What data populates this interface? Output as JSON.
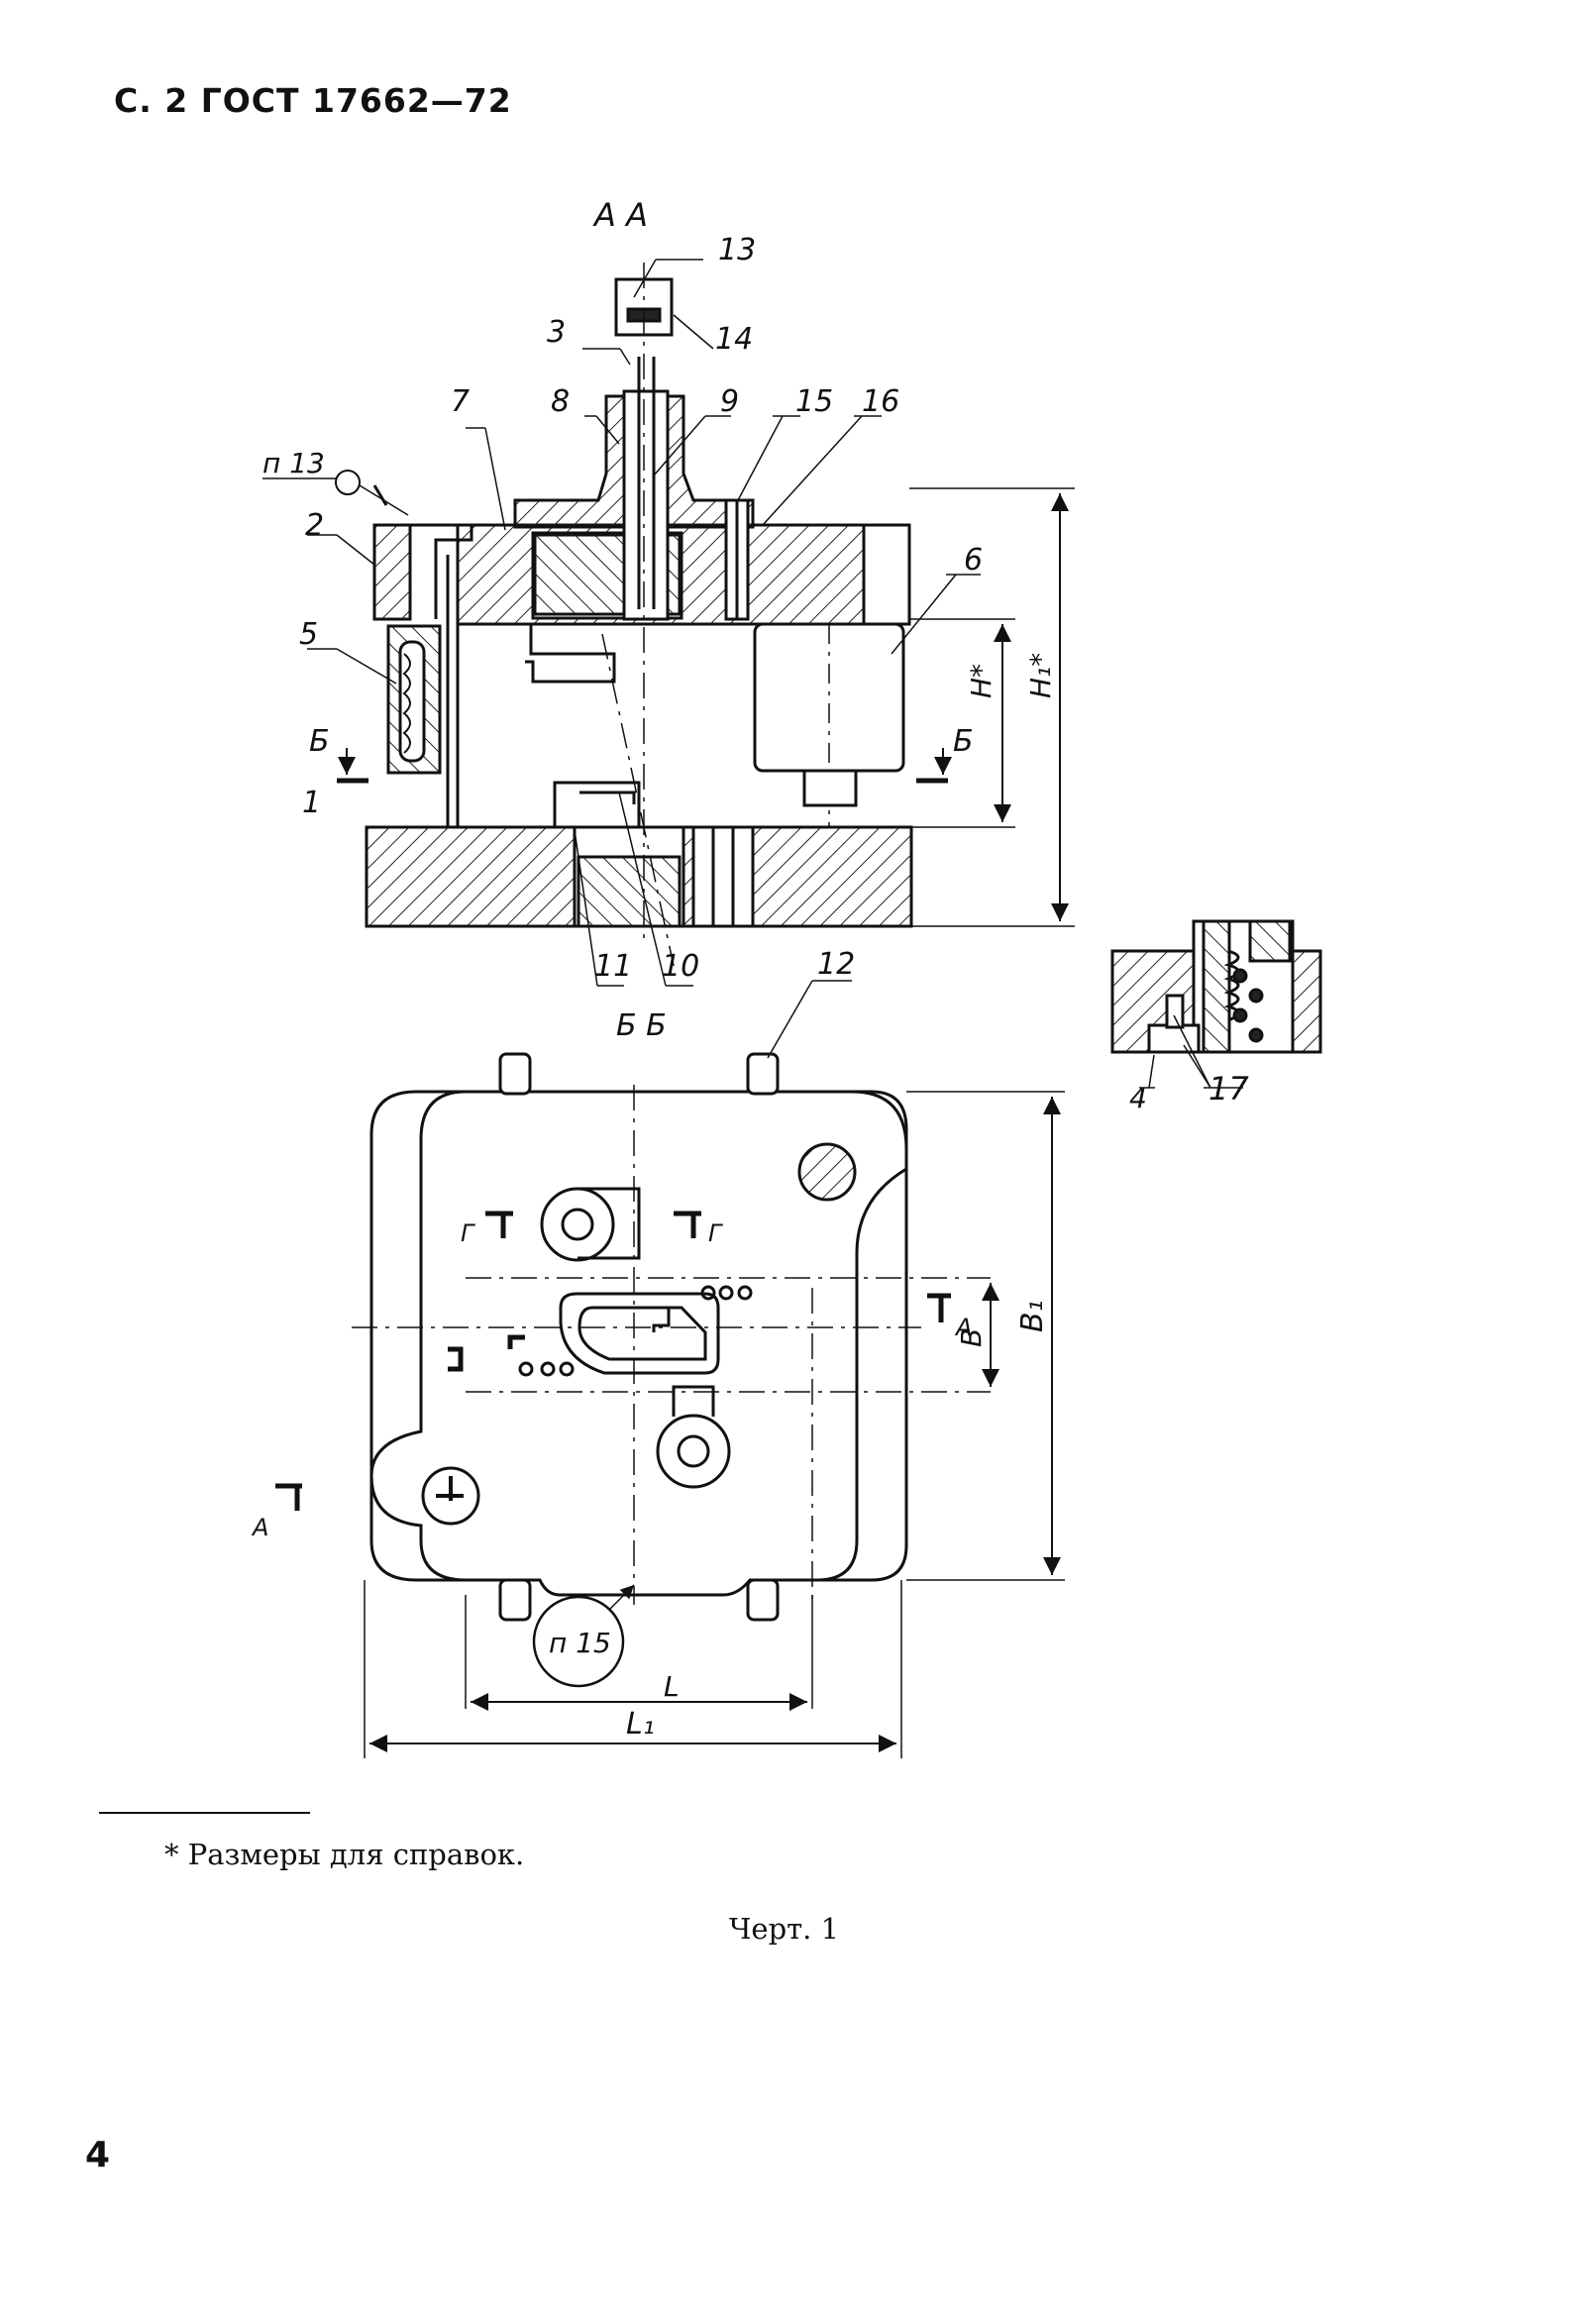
{
  "page": {
    "header": "С. 2 ГОСТ 17662—72",
    "footnote": "* Размеры для справок.",
    "caption": "Черт. 1",
    "page_number": "4"
  },
  "drawing": {
    "section_title": "А  А",
    "part_labels": {
      "p1": "1",
      "p2": "2",
      "p3": "3",
      "p4": "4",
      "p5": "5",
      "p6": "6",
      "p7": "7",
      "p8": "8",
      "p9": "9",
      "p10": "10",
      "p11": "11",
      "p12": "12",
      "p13": "13",
      "p14": "14",
      "p15": "15",
      "p16": "16",
      "p17": "17"
    },
    "callouts": {
      "n13": "п 13",
      "n15": "п 15"
    },
    "section_marks": {
      "b_left": "Б",
      "b_right": "Б",
      "b_bottom": "Б  Б",
      "g_left": "Г",
      "g_right": "Г",
      "a_right": "А",
      "a_left": "А"
    },
    "dimensions": {
      "H": "H*",
      "H1": "H₁*",
      "B": "В",
      "B1": "В₁",
      "L": "L",
      "L1": "L₁"
    }
  }
}
